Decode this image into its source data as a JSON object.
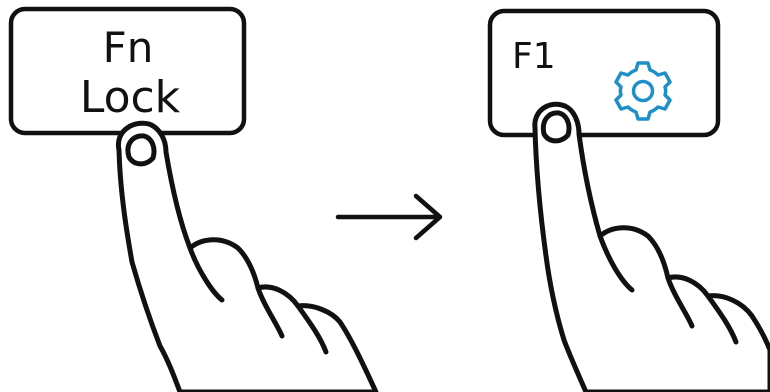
{
  "steps": [
    {
      "key": {
        "line1": "Fn",
        "line2": "Lock"
      },
      "action": "press"
    },
    {
      "key": {
        "label": "F1",
        "icon": "gear-icon",
        "icon_color": "#1f8fc9"
      },
      "action": "press"
    }
  ],
  "connector": {
    "icon": "arrow-right-icon"
  },
  "colors": {
    "outline": "#111111",
    "background": "#ffffff",
    "icon_accent": "#1f8fc9"
  }
}
